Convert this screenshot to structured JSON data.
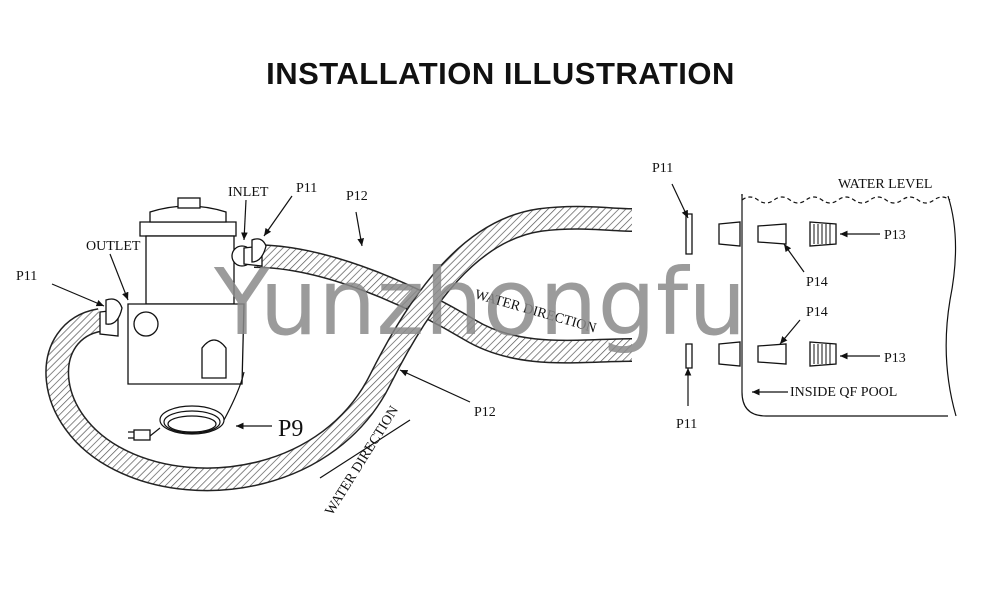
{
  "title": "INSTALLATION ILLUSTRATION",
  "labels": {
    "inlet": "INLET",
    "outlet": "OUTLET",
    "p11_top": "P11",
    "p11_left": "P11",
    "p11_right_top": "P11",
    "p11_right_bottom": "P11",
    "p12_top": "P12",
    "p12_bottom": "P12",
    "p9": "P9",
    "p13_top": "P13",
    "p13_bottom": "P13",
    "p14_top": "P14",
    "p14_bottom": "P14",
    "water_direction_top": "WATER DIRECTION",
    "water_direction_bottom": "WATER DIRECTION",
    "water_level": "WATER LEVEL",
    "inside_pool": "INSIDE QF POOL"
  },
  "watermark": "Yunzhongfu"
}
